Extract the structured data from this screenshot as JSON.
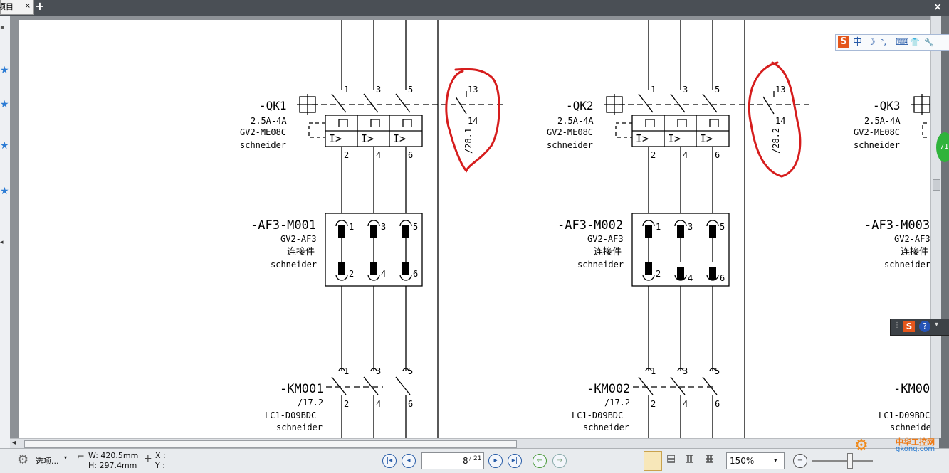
{
  "tabbar": {
    "tab_label": "项目",
    "tab_close": "×",
    "new_tab": "+",
    "window_close": "×"
  },
  "schematic": {
    "qk1": {
      "tag": "-QK1",
      "rating": "2.5A-4A",
      "model": "GV2-ME08C",
      "maker": "schneider",
      "terms_top": [
        "1",
        "3",
        "5"
      ],
      "terms_bot": [
        "2",
        "4",
        "6"
      ],
      "aux_top": "13",
      "aux_bot": "14",
      "ref": "/28.1"
    },
    "qk2": {
      "tag": "-QK2",
      "rating": "2.5A-4A",
      "model": "GV2-ME08C",
      "maker": "schneider",
      "terms_top": [
        "1",
        "3",
        "5"
      ],
      "terms_bot": [
        "2",
        "4",
        "6"
      ],
      "aux_top": "13",
      "aux_bot": "14",
      "ref": "/28.2"
    },
    "qk3": {
      "tag": "-QK3",
      "rating": "2.5A-4A",
      "model": "GV2-ME08C",
      "maker": "schneider"
    },
    "af1": {
      "tag": "-AF3-M001",
      "model": "GV2-AF3",
      "desc": "连接件",
      "maker": "schneider",
      "terms_top": [
        "1",
        "3",
        "5"
      ],
      "terms_bot": [
        "2",
        "4",
        "6"
      ]
    },
    "af2": {
      "tag": "-AF3-M002",
      "model": "GV2-AF3",
      "desc": "连接件",
      "maker": "schneider",
      "terms_top": [
        "1",
        "3",
        "5"
      ],
      "terms_bot": [
        "2",
        "4",
        "6"
      ]
    },
    "af3": {
      "tag": "-AF3-M003",
      "model": "GV2-AF3",
      "desc": "连接件",
      "maker": "schneider"
    },
    "km1": {
      "tag": "-KM001",
      "ref": "/17.2",
      "model": "LC1-D09BDC",
      "maker": "schneider",
      "terms_top": [
        "1",
        "3",
        "5"
      ],
      "terms_bot": [
        "2",
        "4",
        "6"
      ]
    },
    "km2": {
      "tag": "-KM002",
      "ref": "/17.2",
      "model": "LC1-D09BDC",
      "maker": "schneider",
      "terms_top": [
        "1",
        "3",
        "5"
      ],
      "terms_bot": [
        "2",
        "4",
        "6"
      ]
    },
    "km3": {
      "tag": "-KM00",
      "model": "LC1-D09BDC",
      "maker": "schneider"
    },
    "trip_label": "I>"
  },
  "ime": {
    "logo": "S",
    "mode": "中",
    "moon": "☽",
    "punct": "°,",
    "kbd": "⌨",
    "shirt": "👕",
    "wrench": "🔧"
  },
  "badge": {
    "text": "71"
  },
  "status": {
    "options_label": "选项...",
    "width": "W: 420.5mm",
    "height": "H: 297.4mm",
    "x_label": "X :",
    "y_label": "Y :",
    "current_page": "8",
    "total_pages": "21",
    "zoom": "150%"
  },
  "watermark": {
    "line1": "中华工控网",
    "line2": "gkong.com"
  },
  "colors": {
    "annotation": "#d61d1d",
    "ink": "#000000"
  }
}
